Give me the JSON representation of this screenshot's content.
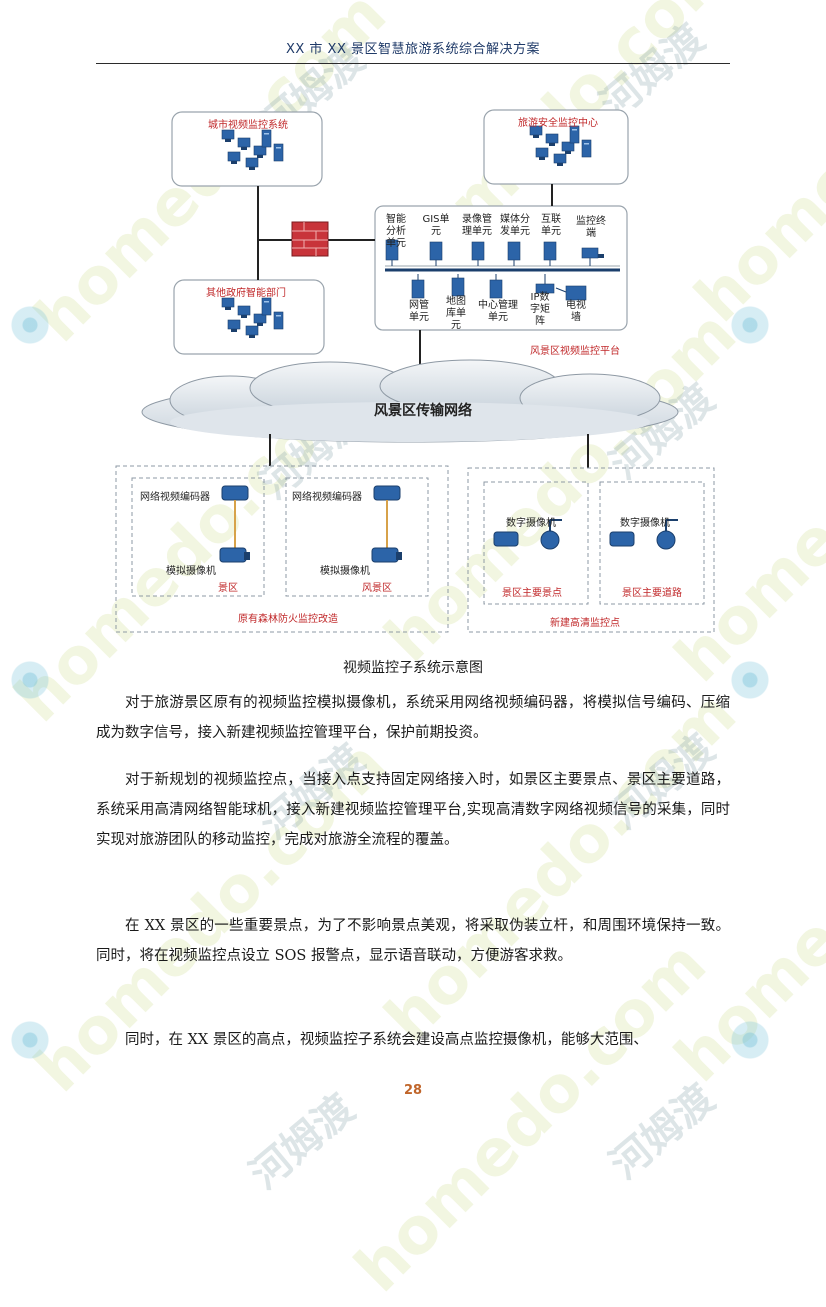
{
  "header": {
    "title": "XX 市 XX 景区智慧旅游系统综合解决方案"
  },
  "watermark": {
    "latin": "homedo.com",
    "cjk": "河姆渡"
  },
  "diagram": {
    "city_system": "城市视频监控系统",
    "safety_center": "旅游安全监控中心",
    "other_gov": "其他政府智能部门",
    "platform_units_top": [
      "智能分析单元",
      "GIS单元",
      "录像管理单元",
      "媒体分发单元",
      "互联单元",
      "监控终端"
    ],
    "platform_units_bottom": [
      "网管单元",
      "地图库单元",
      "中心管理单元",
      "IP数字矩阵",
      "电视墙"
    ],
    "platform_name": "风景区视频监控平台",
    "network": "风景区传输网络",
    "encoder_1": "网络视频编码器",
    "camera_1": "模拟摄像机",
    "zone_1": "景区",
    "encoder_2": "网络视频编码器",
    "camera_2": "模拟摄像机",
    "zone_2": "风景区",
    "forest_group": "原有森林防火监控改造",
    "digital_cam_1": "数字摄像机",
    "spot_1": "景区主要景点",
    "digital_cam_2": "数字摄像机",
    "spot_2": "景区主要道路",
    "hd_group": "新建高清监控点"
  },
  "caption": "视频监控子系统示意图",
  "paragraphs": [
    "对于旅游景区原有的视频监控模拟摄像机，系统采用网络视频编码器，将模拟信号编码、压缩成为数字信号，接入新建视频监控管理平台，保护前期投资。",
    "对于新规划的视频监控点，当接入点支持固定网络接入时，如景区主要景点、景区主要道路，系统采用高清网络智能球机，接入新建视频监控管理平台,实现高清数字网络视频信号的采集，同时实现对旅游团队的移动监控，完成对旅游全流程的覆盖。",
    "在 XX 景区的一些重要景点，为了不影响景点美观，将采取伪装立杆，和周围环境保持一致。同时，将在视频监控点设立 SOS 报警点，显示语音联动，方便游客求救。",
    "同时，在 XX 景区的高点，视频监控子系统会建设高点监控摄像机，能够大范围、"
  ],
  "page_number": "28",
  "colors": {
    "header_text": "#1f3a68",
    "red_label": "#c0282a",
    "page_number": "#c0652a",
    "device_blue": "#2c64a8"
  }
}
